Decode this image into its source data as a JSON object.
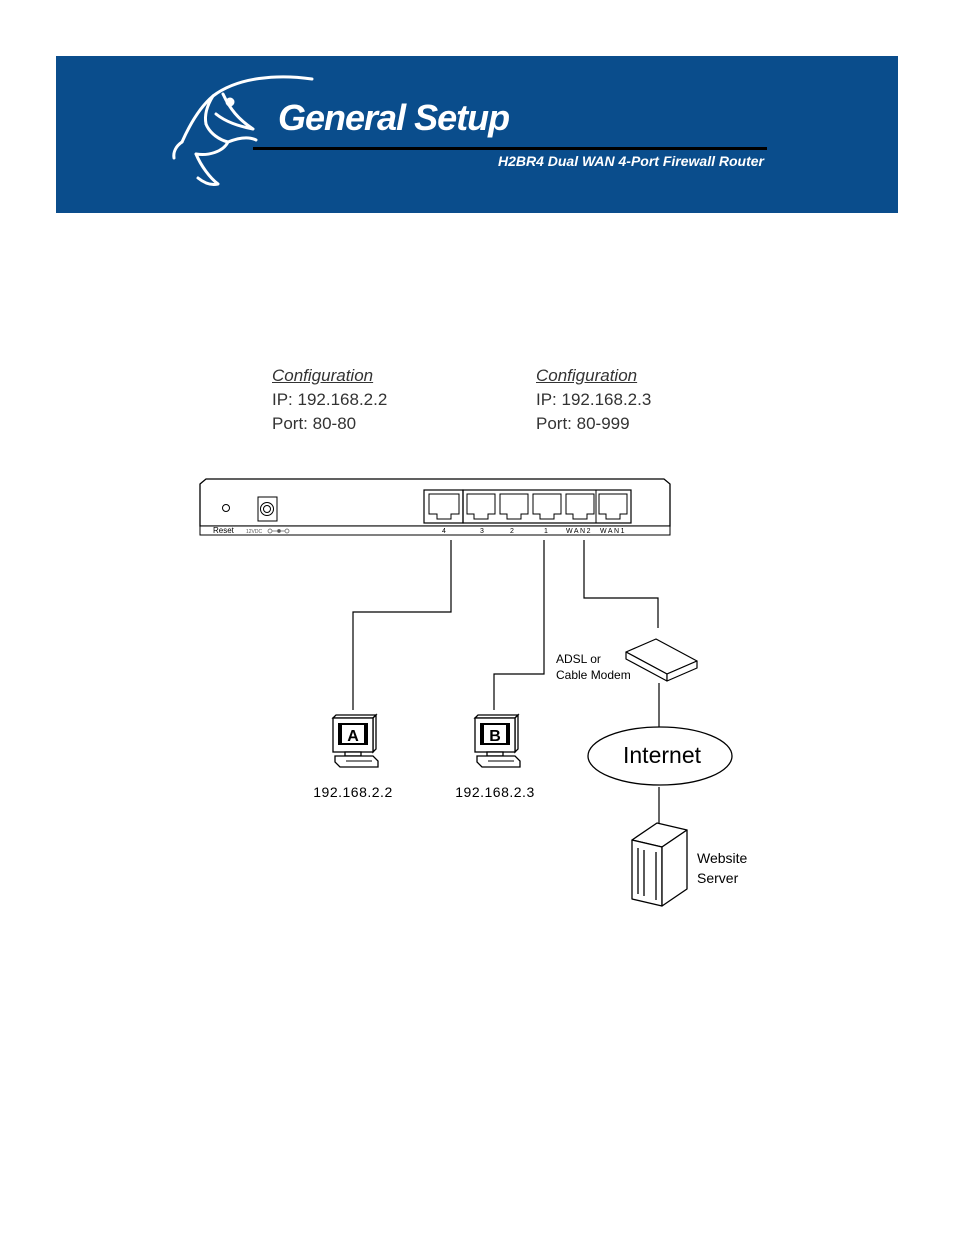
{
  "header": {
    "title": "General Setup",
    "subtitle": "H2BR4  Dual WAN 4-Port Firewall Router",
    "background_color": "#0a4d8c",
    "logo_icon": "eagle-head-logo"
  },
  "configurations": [
    {
      "heading": "Configuration",
      "ip": "IP: 192.168.2.2",
      "port": "Port: 80-80"
    },
    {
      "heading": "Configuration",
      "ip": "IP: 192.168.2.3",
      "port": "Port: 80-999"
    }
  ],
  "router": {
    "reset_label": "Reset",
    "power_label": "12VDC",
    "port_labels": [
      "4",
      "3",
      "2",
      "1",
      "WAN2",
      "WAN1"
    ]
  },
  "modem": {
    "label_line1": "ADSL or",
    "label_line2": "Cable Modem"
  },
  "internet": {
    "label": "Internet"
  },
  "server": {
    "label_line1": "Website",
    "label_line2": "Server"
  },
  "computers": [
    {
      "letter": "A",
      "ip": "192.168.2.2"
    },
    {
      "letter": "B",
      "ip": "192.168.2.3"
    }
  ]
}
